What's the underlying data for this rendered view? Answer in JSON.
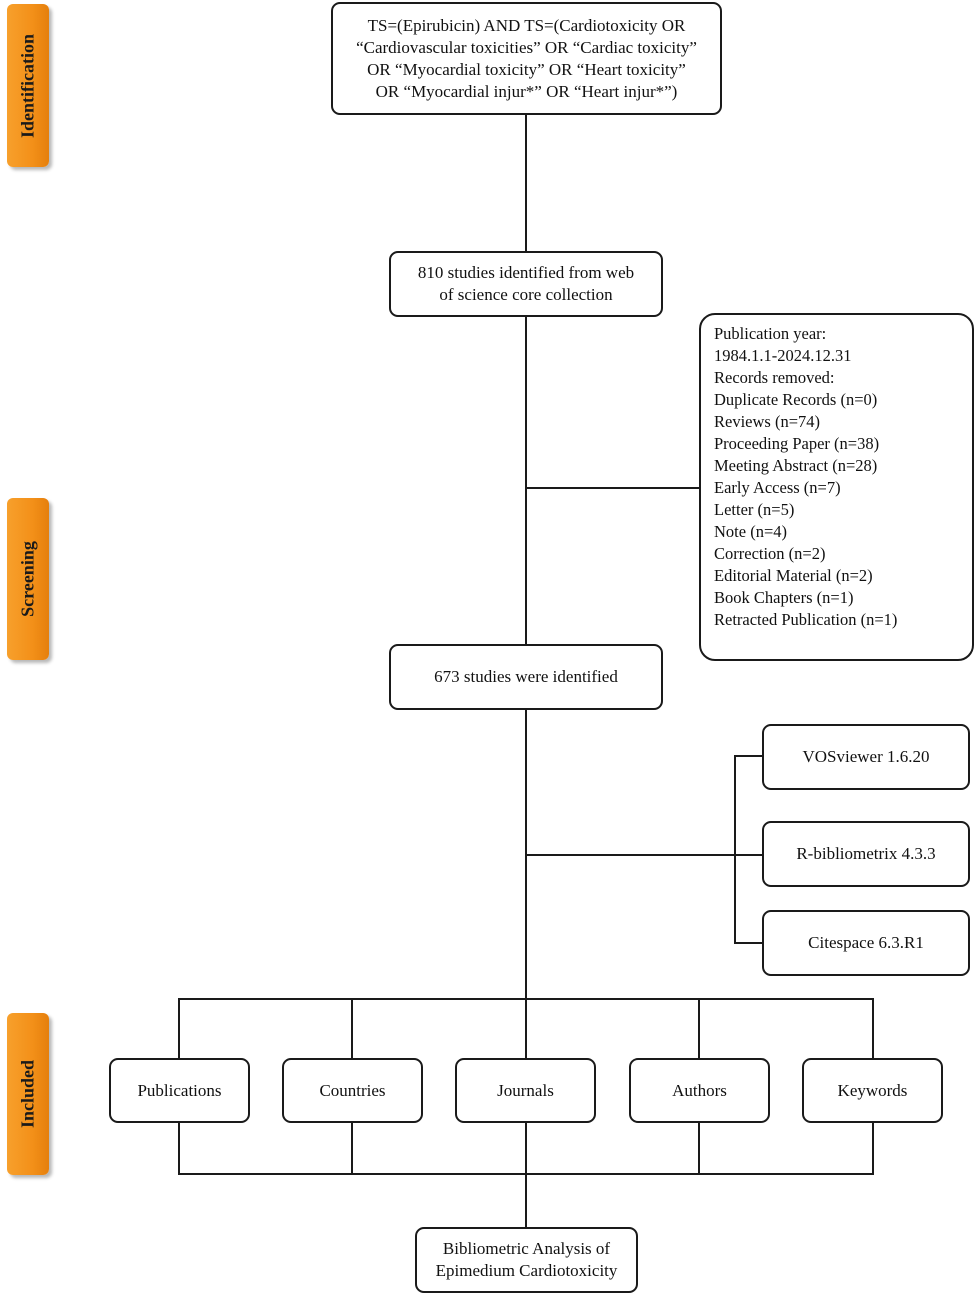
{
  "stages": {
    "identification": "Identification",
    "screening": "Screening",
    "included": "Included"
  },
  "search_query": {
    "lines": [
      "TS=(Epirubicin) AND TS=(Cardiotoxicity OR",
      "“Cardiovascular toxicities” OR “Cardiac toxicity”",
      "OR “Myocardial toxicity” OR “Heart toxicity”",
      "OR “Myocardial injur*” OR “Heart injur*”)"
    ]
  },
  "identified": {
    "lines": [
      "810 studies identified from web",
      "of science core collection"
    ]
  },
  "exclusions": {
    "lines": [
      "Publication year:",
      "1984.1.1-2024.12.31",
      "Records removed:",
      "Duplicate Records (n=0)",
      "Reviews (n=74)",
      "Proceeding Paper (n=38)",
      "Meeting Abstract (n=28)",
      "Early Access (n=7)",
      "Letter (n=5)",
      "Note (n=4)",
      "Correction (n=2)",
      "Editorial Material (n=2)",
      "Book Chapters (n=1)",
      "Retracted Publication (n=1)"
    ]
  },
  "remaining": {
    "label": "673 studies were identified"
  },
  "tools": [
    "VOSviewer 1.6.20",
    "R-bibliometrix 4.3.3",
    "Citespace 6.3.R1"
  ],
  "analyses": [
    "Publications",
    "Countries",
    "Journals",
    "Authors",
    "Keywords"
  ],
  "result": {
    "lines": [
      "Bibliometric Analysis of",
      "Epimedium Cardiotoxicity"
    ]
  }
}
